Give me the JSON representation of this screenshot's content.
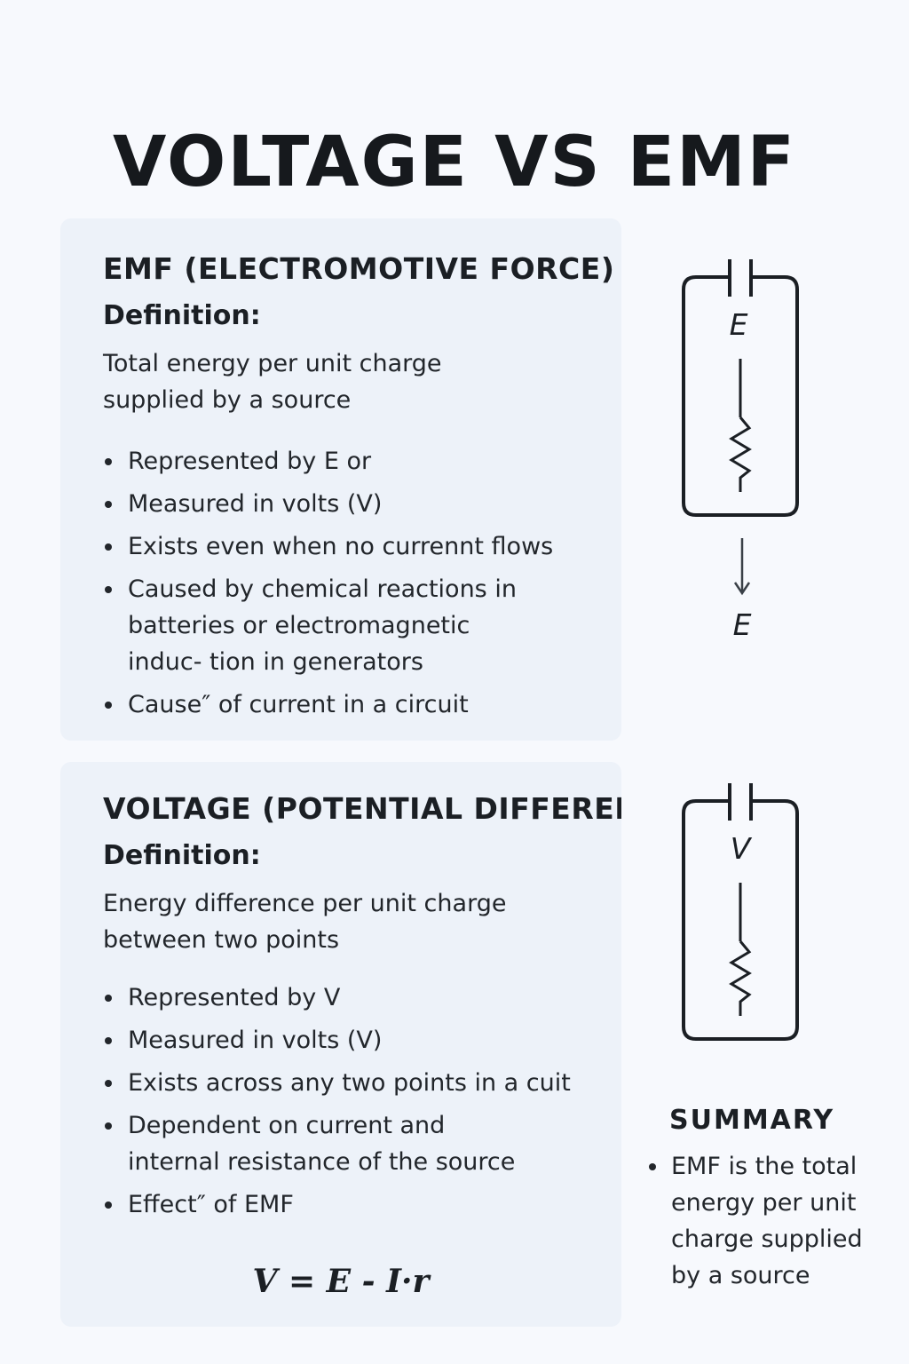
{
  "title": "VOLTAGE VS EMF",
  "emf": {
    "heading": "EMF (ELECTROMOTIVE FORCE)",
    "definition_label": "Definition:",
    "definition_text": "Total energy per unit charge supplied by a source",
    "bullets": [
      "Represented by E or",
      "Measured in volts (V)",
      "Exists even when no currennt flows",
      "Caused by chemical reactions in batteries or electromagnetic induc- tion in generators",
      "Cause″ of current in a circuit"
    ],
    "diagram": {
      "symbol": "E",
      "arrow_label": "E"
    }
  },
  "voltage": {
    "heading": "VOLTAGE (POTENTIAL DIFFERENCE)",
    "definition_label": "Definition:",
    "definition_text": "Energy difference per unit charge between two points",
    "bullets": [
      "Represented by V",
      "Measured in volts (V)",
      "Exists across any two points in a cuit",
      "Dependent on current and internal resistance of the source",
      "Effect″ of EMF"
    ],
    "formula": "V = E - I·r",
    "diagram": {
      "symbol": "V"
    }
  },
  "summary": {
    "heading": "SUMMARY",
    "bullets": [
      "EMF is the total energy per unit charge supplied by a source"
    ]
  },
  "colors": {
    "page_background": "#f7f9fd",
    "card_background": "#edf2f9",
    "text": "#1b1f24"
  }
}
